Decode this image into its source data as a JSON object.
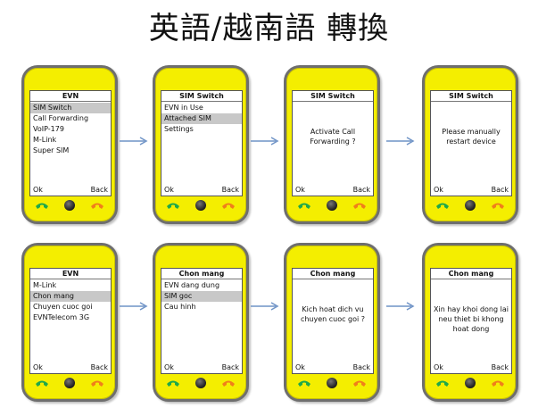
{
  "title": "英語/越南語 轉換",
  "phones": [
    {
      "header": "EVN",
      "items": [
        "SIM Switch",
        "Call Forwarding",
        "VoIP-179",
        "M-Link",
        "Super SIM"
      ],
      "selected": 0,
      "left_soft": "Ok",
      "right_soft": "Back"
    },
    {
      "header": "SIM Switch",
      "items": [
        "EVN in Use",
        "Attached SIM",
        "Settings"
      ],
      "selected": 1,
      "left_soft": "Ok",
      "right_soft": "Back"
    },
    {
      "header": "SIM Switch",
      "message": "Activate Call Forwarding ?",
      "left_soft": "Ok",
      "right_soft": "Back"
    },
    {
      "header": "SIM Switch",
      "message": "Please manually restart device",
      "left_soft": "Ok",
      "right_soft": "Back"
    },
    {
      "header": "EVN",
      "items": [
        "M-Link",
        "Chon mang",
        "Chuyen cuoc goi",
        "EVNTelecom 3G"
      ],
      "selected": 1,
      "left_soft": "Ok",
      "right_soft": "Back"
    },
    {
      "header": "Chon mang",
      "items": [
        "EVN dang dung",
        "SIM goc",
        "Cau hinh"
      ],
      "selected": 1,
      "left_soft": "Ok",
      "right_soft": "Back"
    },
    {
      "header": "Chon mang",
      "message": "Kich hoat dich vu chuyen cuoc goi ?",
      "left_soft": "Ok",
      "right_soft": "Back"
    },
    {
      "header": "Chon mang",
      "message": "Xin hay khoi dong lai neu thiet bi khong hoat dong",
      "left_soft": "Ok",
      "right_soft": "Back"
    }
  ],
  "colors": {
    "phone_body": "#f4ee00",
    "arrow": "#6f93c6",
    "selection": "#c8c8c8",
    "call_key": "#1fa84a",
    "end_key": "#f07f1a"
  },
  "icons": {
    "call": "green-phone-handset-icon",
    "end": "orange-phone-handset-icon",
    "center": "black-center-button-icon",
    "arrow": "right-arrow-icon"
  }
}
